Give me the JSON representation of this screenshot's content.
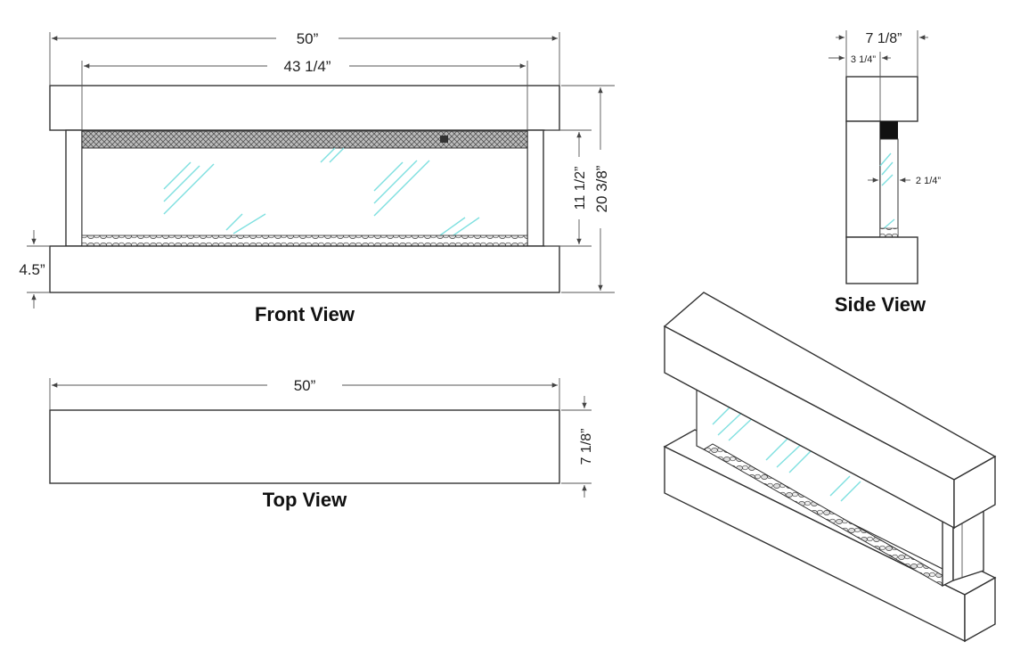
{
  "views": {
    "front": {
      "title": "Front View",
      "width": "50”",
      "inner_width": "43 1/4”",
      "glass_height": "11 1/2”",
      "total_height": "20 3/8”",
      "base_height": "4.5”"
    },
    "side": {
      "title": "Side View",
      "depth": "7 1/8”",
      "offset": "3 1/4”",
      "glass_depth": "2 1/4”"
    },
    "top": {
      "title": "Top View",
      "width": "50”",
      "depth": "7 1/8”"
    }
  },
  "colors": {
    "glass": "#7fe0e0",
    "line": "#333333",
    "mesh": "#777777",
    "burner": "#111111"
  }
}
